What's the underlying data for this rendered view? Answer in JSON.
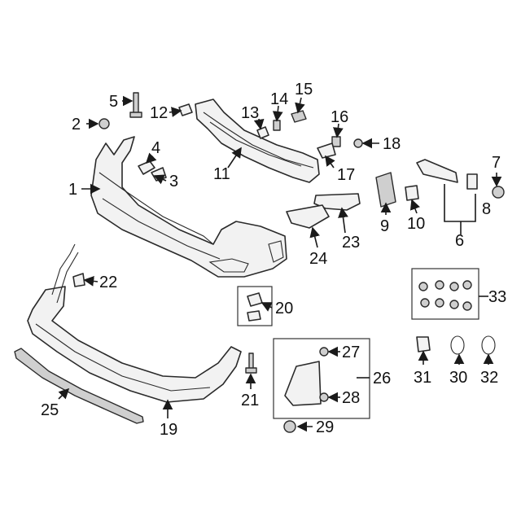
{
  "diagram": {
    "callouts": [
      {
        "id": "1",
        "text": "1"
      },
      {
        "id": "2",
        "text": "2"
      },
      {
        "id": "3",
        "text": "3"
      },
      {
        "id": "4",
        "text": "4"
      },
      {
        "id": "5",
        "text": "5"
      },
      {
        "id": "6",
        "text": "6"
      },
      {
        "id": "7",
        "text": "7"
      },
      {
        "id": "8",
        "text": "8"
      },
      {
        "id": "9",
        "text": "9"
      },
      {
        "id": "10",
        "text": "10"
      },
      {
        "id": "11",
        "text": "11"
      },
      {
        "id": "12",
        "text": "12"
      },
      {
        "id": "13",
        "text": "13"
      },
      {
        "id": "14",
        "text": "14"
      },
      {
        "id": "15",
        "text": "15"
      },
      {
        "id": "16",
        "text": "16"
      },
      {
        "id": "17",
        "text": "17"
      },
      {
        "id": "18",
        "text": "18"
      },
      {
        "id": "19",
        "text": "19"
      },
      {
        "id": "20",
        "text": "20"
      },
      {
        "id": "21",
        "text": "21"
      },
      {
        "id": "22",
        "text": "22"
      },
      {
        "id": "23",
        "text": "23"
      },
      {
        "id": "24",
        "text": "24"
      },
      {
        "id": "25",
        "text": "25"
      },
      {
        "id": "26",
        "text": "26"
      },
      {
        "id": "27",
        "text": "27"
      },
      {
        "id": "28",
        "text": "28"
      },
      {
        "id": "29",
        "text": "29"
      },
      {
        "id": "30",
        "text": "30"
      },
      {
        "id": "31",
        "text": "31"
      },
      {
        "id": "32",
        "text": "32"
      },
      {
        "id": "33",
        "text": "33"
      }
    ]
  }
}
